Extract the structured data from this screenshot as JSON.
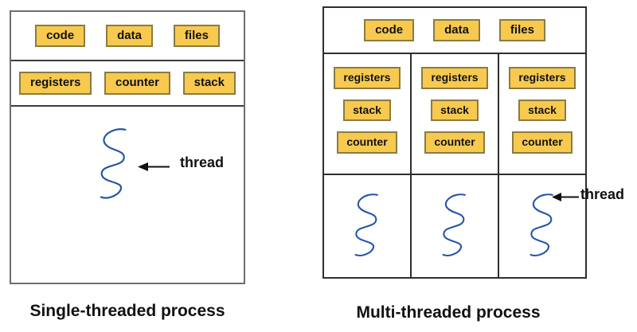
{
  "left_panel": {
    "caption": "Single-threaded process",
    "top_row": [
      "code",
      "data",
      "files"
    ],
    "middle_row": [
      "registers",
      "counter",
      "stack"
    ],
    "thread_label": "thread"
  },
  "right_panel": {
    "caption": "Multi-threaded process",
    "top_row": [
      "code",
      "data",
      "files"
    ],
    "columns": [
      [
        "registers",
        "stack",
        "counter"
      ],
      [
        "registers",
        "stack",
        "counter"
      ],
      [
        "registers",
        "stack",
        "counter"
      ]
    ],
    "thread_label": "thread"
  },
  "colors": {
    "box_fill": "#F7C94F",
    "box_border": "#8A7B40",
    "thread_stroke": "#2355A8"
  }
}
